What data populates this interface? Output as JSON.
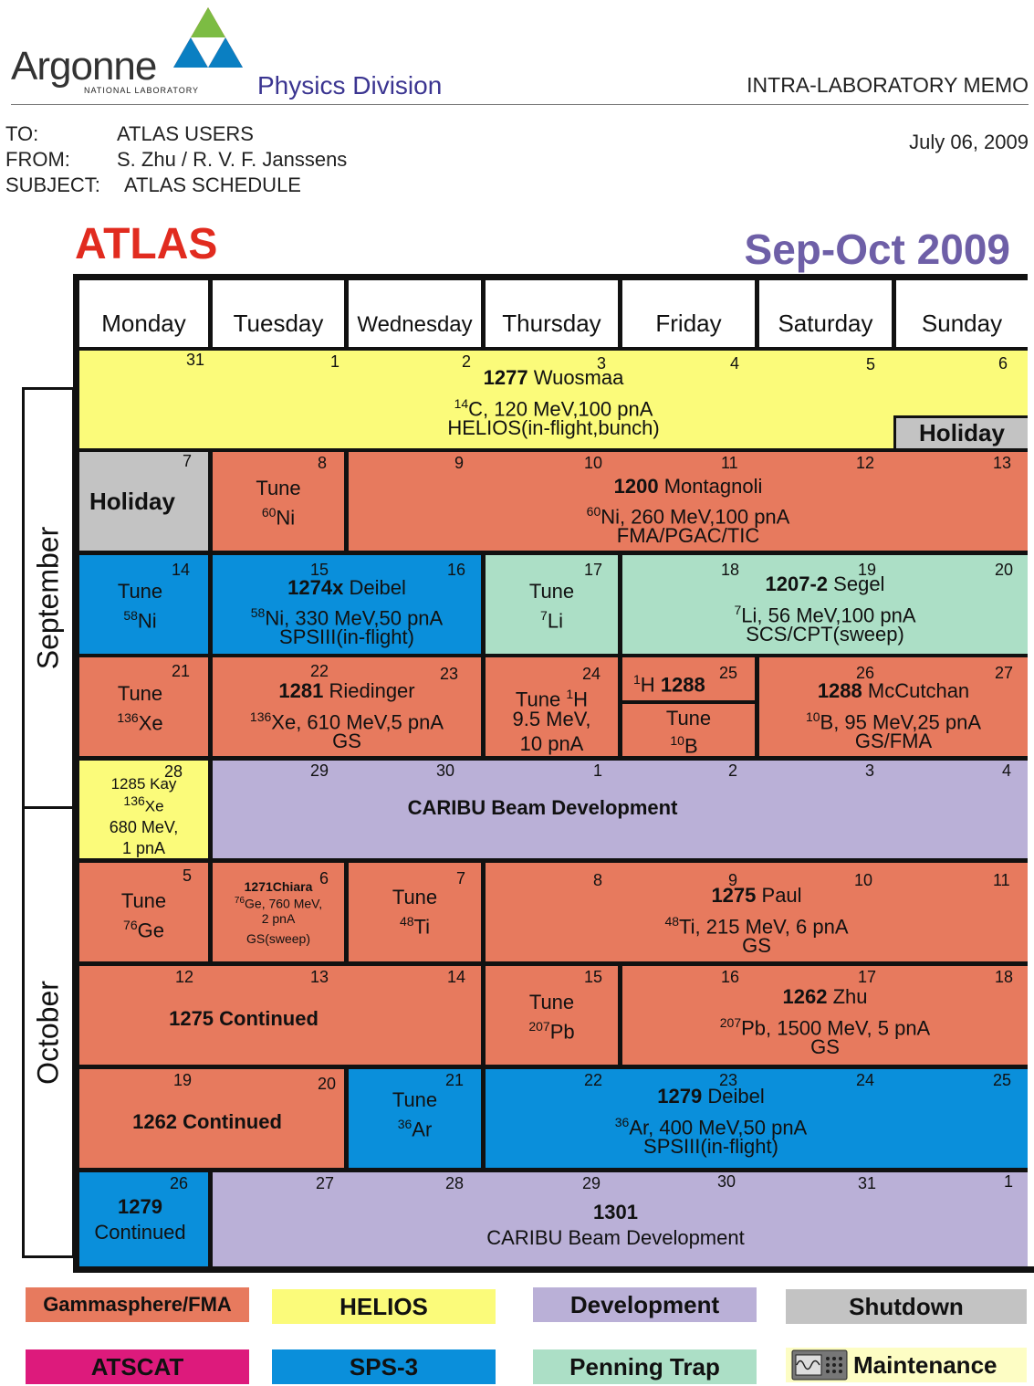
{
  "header": {
    "logo_text": "Argonne",
    "logo_sub": "NATIONAL LABORATORY",
    "division": "Physics Division",
    "memo_type": "INTRA-LABORATORY MEMO",
    "to_label": "TO:",
    "to_value": "ATLAS USERS",
    "from_label": "FROM:",
    "from_value": "S. Zhu / R. V. F. Janssens",
    "subject_label": "SUBJECT:",
    "subject_value": "ATLAS SCHEDULE",
    "date": "July 06, 2009",
    "title_left": "ATLAS",
    "title_right": "Sep-Oct 2009"
  },
  "days": [
    "Monday",
    "Tuesday",
    "Wednesday",
    "Thursday",
    "Friday",
    "Saturday",
    "Sunday"
  ],
  "months": {
    "sep": "September",
    "oct": "October"
  },
  "weeks": [
    [
      "31",
      "1",
      "2",
      "3",
      "4",
      "5",
      "6"
    ],
    [
      "7",
      "8",
      "9",
      "10",
      "11",
      "12",
      "13"
    ],
    [
      "14",
      "15",
      "16",
      "17",
      "18",
      "19",
      "20"
    ],
    [
      "21",
      "22",
      "23",
      "24",
      "25",
      "26",
      "27"
    ],
    [
      "28",
      "29",
      "30",
      "1",
      "2",
      "3",
      "4"
    ],
    [
      "5",
      "6",
      "7",
      "8",
      "9",
      "10",
      "11"
    ],
    [
      "12",
      "13",
      "14",
      "15",
      "16",
      "17",
      "18"
    ],
    [
      "19",
      "20",
      "21",
      "22",
      "23",
      "24",
      "25"
    ],
    [
      "26",
      "27",
      "28",
      "29",
      "30",
      "31",
      "1"
    ]
  ],
  "blocks": {
    "w1_exp": "1277",
    "w1_name": "Wuosmaa",
    "w1_iso": "14",
    "w1_beam": "C, 120 MeV,100 pnA",
    "w1_dev": "HELIOS(in-flight,bunch)",
    "w1_holiday": "Holiday",
    "w2_holiday": "Holiday",
    "w2_tune": "Tune",
    "w2_tune_iso": "60",
    "w2_tune_el": "Ni",
    "w2_exp": "1200",
    "w2_name": "Montagnoli",
    "w2_iso": "60",
    "w2_beam": "Ni, 260 MeV,100 pnA",
    "w2_dev": "FMA/PGAC/TIC",
    "w3_tune": "Tune",
    "w3_tune_iso": "58",
    "w3_tune_el": "Ni",
    "w3_exp": "1274x",
    "w3_name": "Deibel",
    "w3_iso": "58",
    "w3_beam": "Ni, 330 MeV,50 pnA",
    "w3_dev": "SPSIII(in-flight)",
    "w3_tune2": "Tune",
    "w3_tune2_iso": "7",
    "w3_tune2_el": "Li",
    "w3_exp2": "1207-2",
    "w3_name2": "Segel",
    "w3_iso2": "7",
    "w3_beam2": "Li, 56 MeV,100 pnA",
    "w3_dev2": "SCS/CPT(sweep)",
    "w4_tune": "Tune",
    "w4_tune_iso": "136",
    "w4_tune_el": "Xe",
    "w4_exp": "1281",
    "w4_name": "Riedinger",
    "w4_iso": "136",
    "w4_beam": "Xe, 610 MeV,5 pnA",
    "w4_dev": "GS",
    "w4_thu_tune": "Tune",
    "w4_thu_iso": "1",
    "w4_thu_el": "H",
    "w4_thu_l2": "9.5 MeV,",
    "w4_thu_l3": "10 pnA",
    "w4_fri_iso": "1",
    "w4_fri_el": "H",
    "w4_fri_exp": "1288",
    "w4_fri_tune": "Tune",
    "w4_fri_tune_iso": "10",
    "w4_fri_tune_el": "B",
    "w4_exp2": "1288",
    "w4_name2": "McCutchan",
    "w4_iso2": "10",
    "w4_beam2": "B, 95 MeV,25 pnA",
    "w4_dev2": "GS/FMA",
    "w5_exp": "1285 Kay",
    "w5_iso": "136",
    "w5_el": "Xe",
    "w5_l3": "680 MeV,",
    "w5_l4": "1 pnA",
    "w5_caribu": "CARIBU Beam Development",
    "w6_tune": "Tune",
    "w6_tune_iso": "76",
    "w6_tune_el": "Ge",
    "w6_exp": "1271Chiara",
    "w6_iso": "76",
    "w6_beam": "Ge, 760 MeV,",
    "w6_l3": "2 pnA",
    "w6_dev": "GS(sweep)",
    "w6_tune2": "Tune",
    "w6_tune2_iso": "48",
    "w6_tune2_el": "Ti",
    "w6_exp2": "1275",
    "w6_name2": "Paul",
    "w6_iso2": "48",
    "w6_beam2": "Ti, 215 MeV, 6 pnA",
    "w6_dev2": "GS",
    "w7_cont": "1275 Continued",
    "w7_tune": "Tune",
    "w7_tune_iso": "207",
    "w7_tune_el": "Pb",
    "w7_exp": "1262",
    "w7_name": "Zhu",
    "w7_iso": "207",
    "w7_beam": "Pb, 1500 MeV, 5 pnA",
    "w7_dev": "GS",
    "w8_cont": "1262 Continued",
    "w8_tune": "Tune",
    "w8_tune_iso": "36",
    "w8_tune_el": "Ar",
    "w8_exp": "1279",
    "w8_name": "Deibel",
    "w8_iso": "36",
    "w8_beam": "Ar, 400 MeV,50 pnA",
    "w8_dev": "SPSIII(in-flight)",
    "w9_exp": "1279",
    "w9_cont": "Continued",
    "w9_exp2": "1301",
    "w9_caribu": "CARIBU Beam Development"
  },
  "legend": [
    {
      "label": "Gammasphere/FMA",
      "color": "#e77a5e"
    },
    {
      "label": "HELIOS",
      "color": "#fbfb7a"
    },
    {
      "label": "Development",
      "color": "#bab0d7"
    },
    {
      "label": "Shutdown",
      "color": "#c3c3c3"
    },
    {
      "label": "ATSCAT",
      "color": "#dd1a7c"
    },
    {
      "label": "SPS-3",
      "color": "#0a8fdb"
    },
    {
      "label": "Penning Trap",
      "color": "#acdfc6"
    },
    {
      "label": "Maintenance",
      "color": "#fdfdc4"
    }
  ]
}
